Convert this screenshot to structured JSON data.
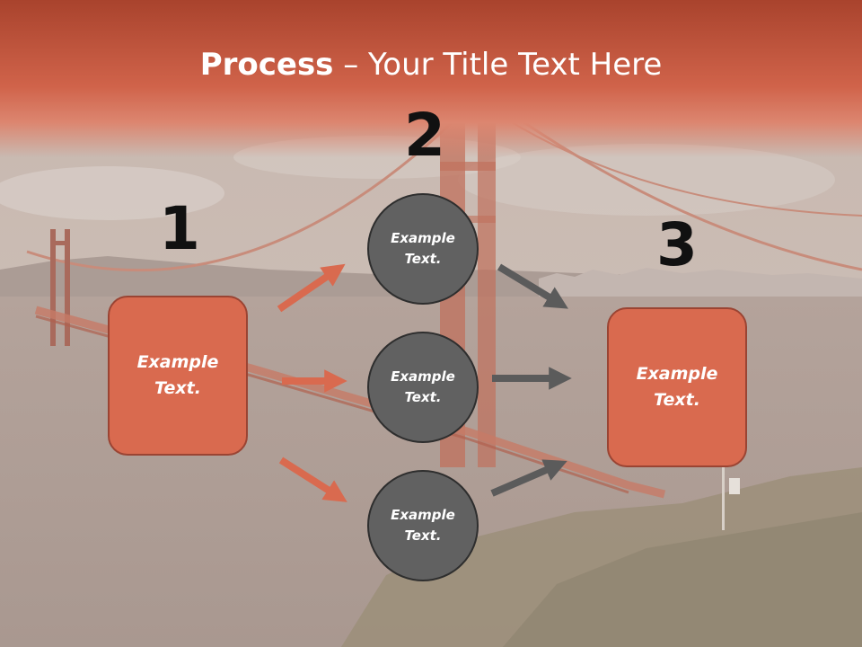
{
  "title": {
    "bold": "Process",
    "rest": " – Your Title Text Here"
  },
  "steps": {
    "one": "1",
    "two": "2",
    "three": "3"
  },
  "left_box": {
    "text": "Example Text."
  },
  "right_box": {
    "text": "Example Text."
  },
  "circles": [
    {
      "text": "Example Text."
    },
    {
      "text": "Example Text."
    },
    {
      "text": "Example Text."
    }
  ],
  "colors": {
    "accent": "#d96a4f",
    "circle": "#616161",
    "dark_arrow": "#5b5b5b",
    "title_band": "#c5573d"
  }
}
